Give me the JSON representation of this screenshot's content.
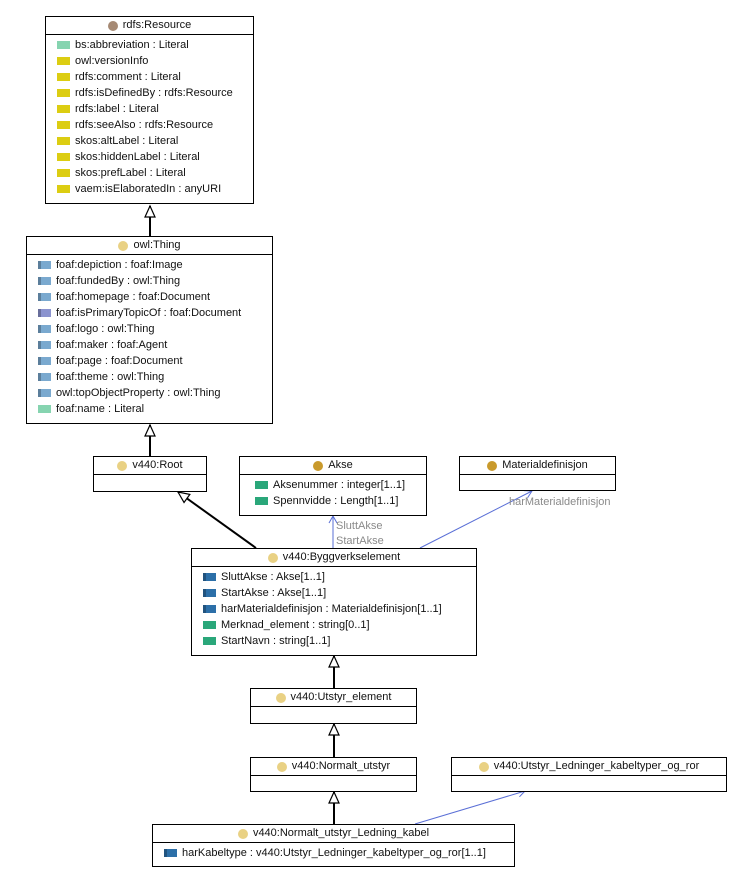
{
  "colors": {
    "literal": "#86d4b0",
    "annotation": "#dccd12",
    "object_property": "#7aa9cf",
    "object_property_alt": "#8b93cf",
    "datatype_attr": "#2aa77a",
    "dark_object_property": "#2c6fa8",
    "dot_resource": "#a68a74",
    "dot_thing": "#e9d184",
    "dot_class": "#c99a2c"
  },
  "classes": {
    "rdfs_resource": {
      "title": "rdfs:Resource",
      "attrs": [
        {
          "text": "bs:abbreviation : Literal",
          "kind": "literal"
        },
        {
          "text": "owl:versionInfo",
          "kind": "annotation"
        },
        {
          "text": "rdfs:comment : Literal",
          "kind": "annotation"
        },
        {
          "text": "rdfs:isDefinedBy : rdfs:Resource",
          "kind": "annotation"
        },
        {
          "text": "rdfs:label : Literal",
          "kind": "annotation"
        },
        {
          "text": "rdfs:seeAlso : rdfs:Resource",
          "kind": "annotation"
        },
        {
          "text": "skos:altLabel : Literal",
          "kind": "annotation"
        },
        {
          "text": "skos:hiddenLabel : Literal",
          "kind": "annotation"
        },
        {
          "text": "skos:prefLabel : Literal",
          "kind": "annotation"
        },
        {
          "text": "vaem:isElaboratedIn : anyURI",
          "kind": "annotation"
        }
      ]
    },
    "owl_thing": {
      "title": "owl:Thing",
      "attrs": [
        {
          "text": "foaf:depiction : foaf:Image",
          "kind": "object_property"
        },
        {
          "text": "foaf:fundedBy : owl:Thing",
          "kind": "object_property"
        },
        {
          "text": "foaf:homepage : foaf:Document",
          "kind": "object_property"
        },
        {
          "text": "foaf:isPrimaryTopicOf : foaf:Document",
          "kind": "object_property_alt"
        },
        {
          "text": "foaf:logo : owl:Thing",
          "kind": "object_property"
        },
        {
          "text": "foaf:maker : foaf:Agent",
          "kind": "object_property"
        },
        {
          "text": "foaf:page : foaf:Document",
          "kind": "object_property"
        },
        {
          "text": "foaf:theme : owl:Thing",
          "kind": "object_property"
        },
        {
          "text": "owl:topObjectProperty : owl:Thing",
          "kind": "object_property"
        },
        {
          "text": "foaf:name : Literal",
          "kind": "literal"
        }
      ]
    },
    "v440_root": {
      "title": "v440:Root",
      "attrs": []
    },
    "akse": {
      "title": "Akse",
      "attrs": [
        {
          "text": "Aksenummer : integer[1..1]",
          "kind": "datatype_attr"
        },
        {
          "text": "Spennvidde : Length[1..1]",
          "kind": "datatype_attr"
        }
      ]
    },
    "materialdefinisjon": {
      "title": "Materialdefinisjon",
      "attrs": []
    },
    "byggverkselement": {
      "title": "v440:Byggverkselement",
      "attrs": [
        {
          "text": "SluttAkse : Akse[1..1]",
          "kind": "dark_object_property"
        },
        {
          "text": "StartAkse : Akse[1..1]",
          "kind": "dark_object_property"
        },
        {
          "text": "harMaterialdefinisjon : Materialdefinisjon[1..1]",
          "kind": "dark_object_property"
        },
        {
          "text": "Merknad_element : string[0..1]",
          "kind": "datatype_attr"
        },
        {
          "text": "StartNavn : string[1..1]",
          "kind": "datatype_attr"
        }
      ]
    },
    "utstyr_element": {
      "title": "v440:Utstyr_element",
      "attrs": []
    },
    "normalt_utstyr": {
      "title": "v440:Normalt_utstyr",
      "attrs": []
    },
    "utstyr_ledninger": {
      "title": "v440:Utstyr_Ledninger_kabeltyper_og_ror",
      "attrs": []
    },
    "ledning_kabel": {
      "title": "v440:Normalt_utstyr_Ledning_kabel",
      "attrs": [
        {
          "text": "harKabeltype : v440:Utstyr_Ledninger_kabeltyper_og_ror[1..1]",
          "kind": "dark_object_property"
        }
      ]
    }
  },
  "edge_labels": {
    "slutt_akse": "SluttAkse",
    "start_akse": "StartAkse",
    "har_materialdefinisjon": "harMaterialdefinisjon"
  }
}
